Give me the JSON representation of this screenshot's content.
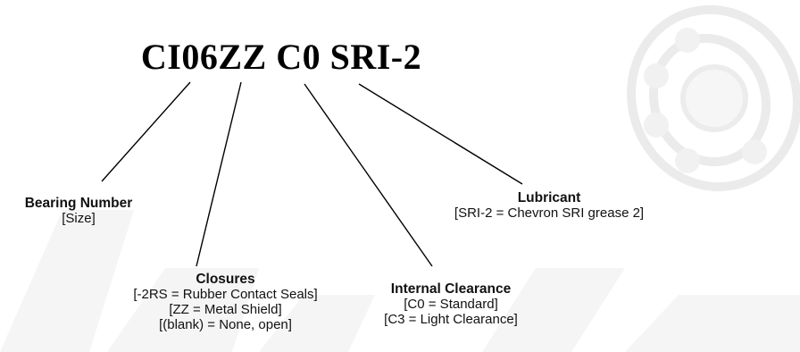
{
  "code": "CI06ZZ C0 SRI-2",
  "callouts": {
    "bearing_number": {
      "title": "Bearing Number",
      "lines": [
        "[Size]"
      ]
    },
    "closures": {
      "title": "Closures",
      "lines": [
        "[-2RS = Rubber Contact Seals]",
        "[ZZ = Metal Shield]",
        "[(blank) = None, open]"
      ]
    },
    "internal_clearance": {
      "title": "Internal Clearance",
      "lines": [
        "[C0 = Standard]",
        "[C3 = Light Clearance]"
      ]
    },
    "lubricant": {
      "title": "Lubricant",
      "lines": [
        "[SRI-2 = Chevron SRI grease 2]"
      ]
    }
  },
  "colors": {
    "text": "#111111",
    "watermark": "#ececec"
  }
}
